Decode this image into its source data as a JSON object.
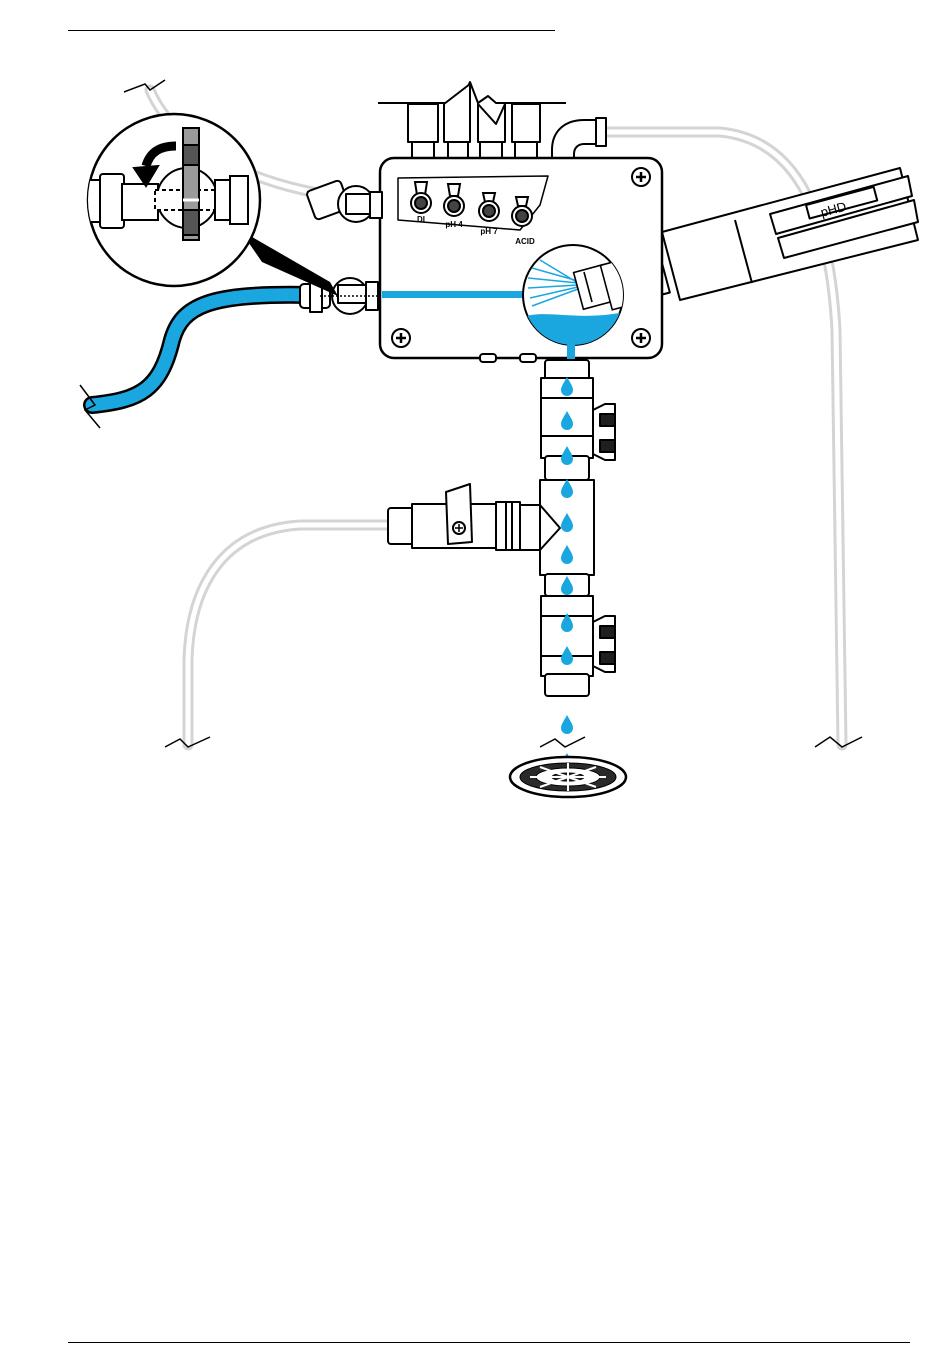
{
  "figure": {
    "valve_labels": [
      "DI",
      "pH 4",
      "pH 7",
      "ACID"
    ],
    "probe_label": "pHD"
  },
  "colors": {
    "water": "#1aa7e0",
    "tubing": "#d7d7d7",
    "outline": "#000000",
    "body": "#ffffff",
    "dark_gray": "#555555",
    "mid_gray": "#9a9a9a"
  },
  "icons": [
    "plus-screw-icon",
    "rotate-arrow-icon",
    "drain-grate-icon",
    "water-drop-icon"
  ]
}
